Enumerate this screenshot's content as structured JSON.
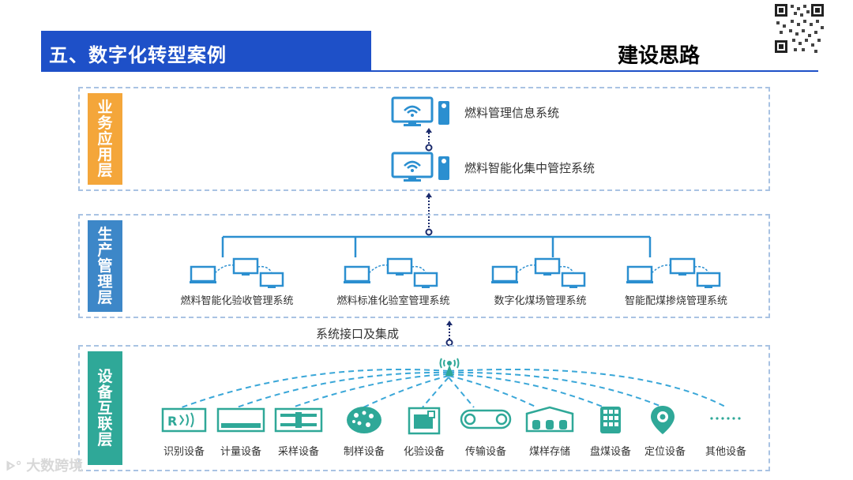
{
  "header": {
    "title": "五、数字化转型案例",
    "subtitle": "建设思路"
  },
  "layers": {
    "business": {
      "label": [
        "业",
        "务",
        "应",
        "用",
        "层"
      ],
      "color": "#f4a63a",
      "systems": [
        "燃料管理信息系统",
        "燃料智能化集中管控系统"
      ]
    },
    "production": {
      "label": [
        "生",
        "产",
        "管",
        "理",
        "层"
      ],
      "color": "#3d87c8",
      "systems": [
        "燃料智能化验收管理系统",
        "燃料标准化验室管理系统",
        "数字化煤场管理系统",
        "智能配煤掺烧管理系统"
      ]
    },
    "interface_label": "系统接口及集成",
    "devices": {
      "label": [
        "设",
        "备",
        "互",
        "联",
        "层"
      ],
      "color": "#2fa898",
      "items": [
        {
          "name": "识别设备",
          "icon": "rfid-icon"
        },
        {
          "name": "计量设备",
          "icon": "scale-icon"
        },
        {
          "name": "采样设备",
          "icon": "sampler-icon"
        },
        {
          "name": "制样设备",
          "icon": "sample-prep-icon"
        },
        {
          "name": "化验设备",
          "icon": "lab-icon"
        },
        {
          "name": "传输设备",
          "icon": "conveyor-icon"
        },
        {
          "name": "煤样存储",
          "icon": "storage-icon"
        },
        {
          "name": "盘煤设备",
          "icon": "coal-inventory-icon"
        },
        {
          "name": "定位设备",
          "icon": "location-icon"
        },
        {
          "name": "其他设备",
          "icon": "more-icon"
        }
      ]
    }
  },
  "colors": {
    "accent": "#1e50c8",
    "icon_blue": "#2b8fd0",
    "icon_green": "#2fa898",
    "dashed": "#a9c3e3"
  },
  "watermark": "大数跨境"
}
